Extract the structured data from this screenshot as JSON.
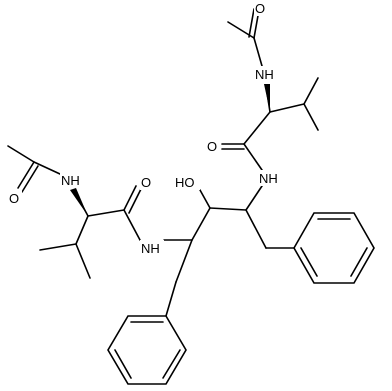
{
  "labels": {
    "o_acetyl_top": "O",
    "nh_top": "NH",
    "o_amide_top": "O",
    "nh_center": "NH",
    "ho": "HO",
    "o_acetyl_left": "O",
    "nh_left": "NH",
    "o_amide_left": "O",
    "nh_lower": "NH"
  },
  "colors": {
    "bond": "#000000",
    "background": "#ffffff"
  }
}
